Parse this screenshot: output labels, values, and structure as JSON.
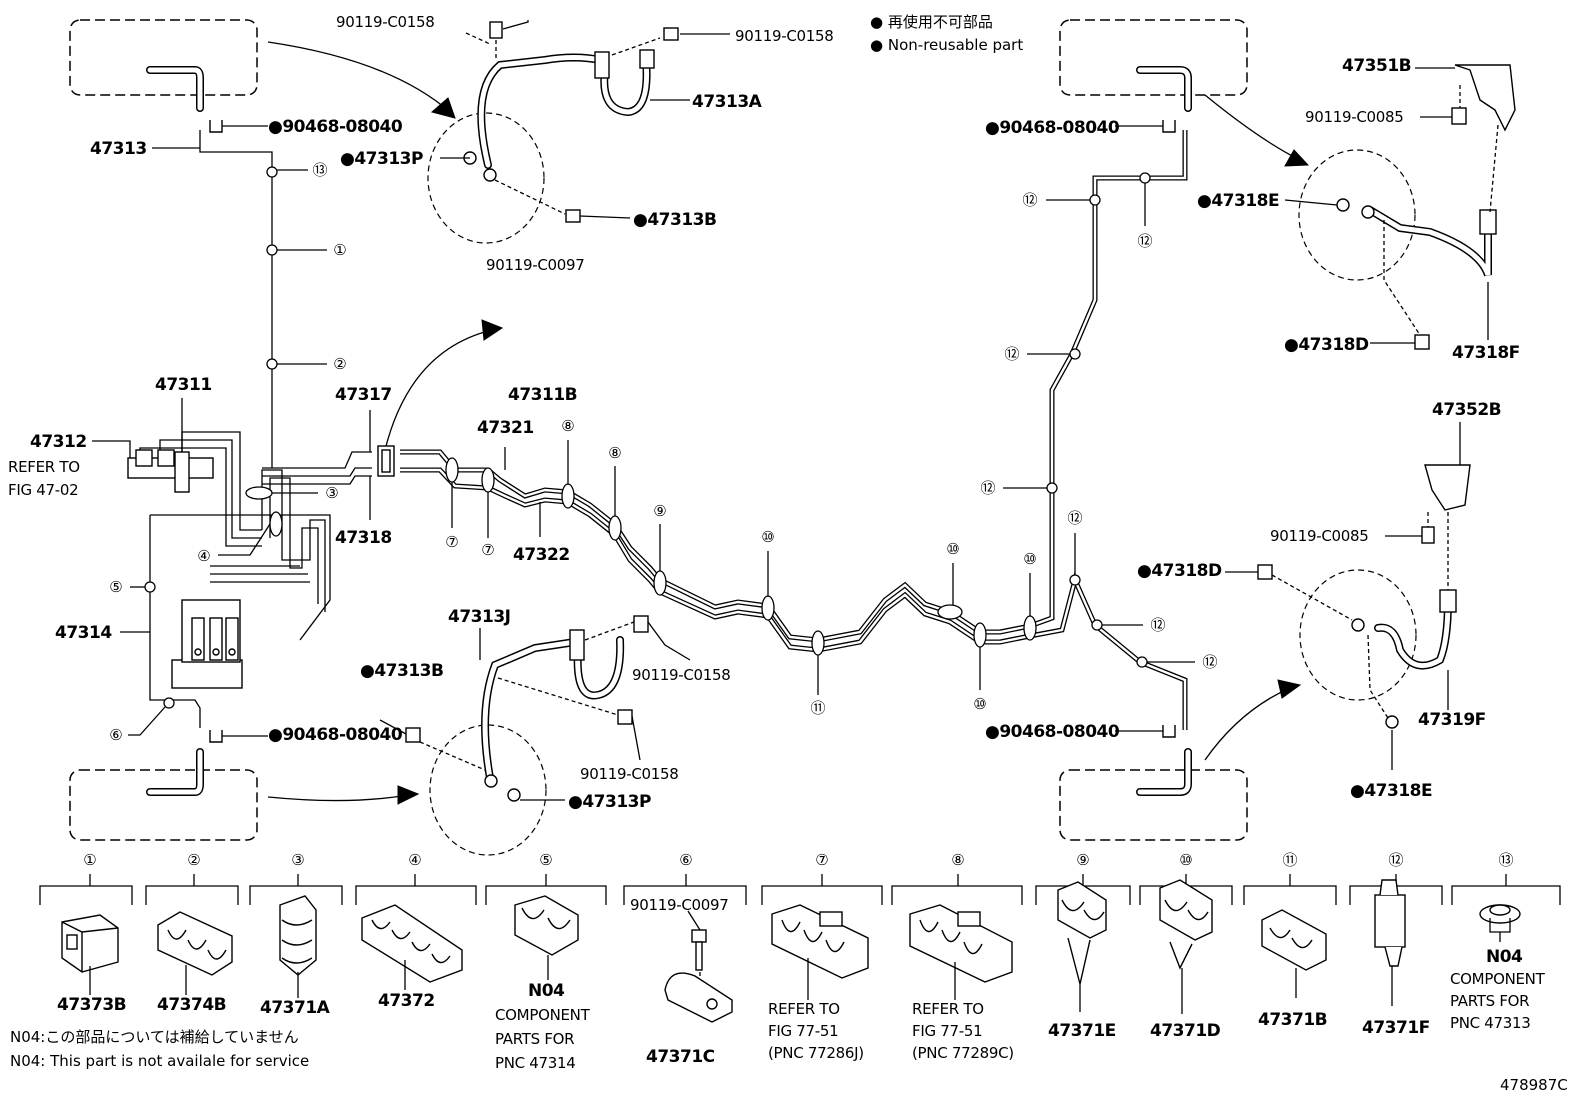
{
  "legend": {
    "dot": "●",
    "line_ja": "再使用不可部品",
    "line_en": "Non-reusable part"
  },
  "labels": {
    "p90119_c0158_a": "90119-C0158",
    "p90119_c0158_b": "90119-C0158",
    "p47313a": "47313A",
    "p90468_08040_tl": "90468-08040",
    "p47313": "47313",
    "p47313p_top": "47313P",
    "p47313b_top": "47313B",
    "p90119_c0097": "90119-C0097",
    "p47311b": "47311B",
    "p47311": "47311",
    "p47312": "47312",
    "refer_to_l1": "REFER TO",
    "refer_to_l2": "FIG 47-02",
    "p47317": "47317",
    "p47318": "47318",
    "p47321": "47321",
    "p47322": "47322",
    "p47314": "47314",
    "p47313j": "47313J",
    "p47313b_bot": "47313B",
    "p90119_c0158_c": "90119-C0158",
    "p90119_c0158_d": "90119-C0158",
    "p90468_08040_bl": "90468-08040",
    "p47313p_bot": "47313P",
    "p90468_08040_tr": "90468-08040",
    "p47351b": "47351B",
    "p90119_c0085_a": "90119-C0085",
    "p47318e_top": "47318E",
    "p47318d_top": "47318D",
    "p47318f": "47318F",
    "p47352b": "47352B",
    "p90119_c0085_b": "90119-C0085",
    "p47318d_bot": "47318D",
    "p47319f": "47319F",
    "p47318e_bot": "47318E",
    "p90468_08040_br": "90468-08040"
  },
  "callouts": {
    "c1": "①",
    "c2": "②",
    "c3": "③",
    "c4": "④",
    "c5": "⑤",
    "c6": "⑥",
    "c7": "⑦",
    "c8": "⑧",
    "c9": "⑨",
    "c10": "⑩",
    "c11": "⑪",
    "c12": "⑫",
    "c13": "⑬"
  },
  "legend_parts": [
    {
      "num": "①",
      "label": "47373B"
    },
    {
      "num": "②",
      "label": "47374B"
    },
    {
      "num": "③",
      "label": "47371A"
    },
    {
      "num": "④",
      "label": "47372"
    },
    {
      "num": "⑤",
      "label": "N04",
      "note1": "COMPONENT",
      "note2": "PARTS FOR",
      "note3": "PNC 47314"
    },
    {
      "num": "⑥",
      "bolt": "90119-C0097",
      "label": "47371C"
    },
    {
      "num": "⑦",
      "note1": "REFER TO",
      "note2": "FIG 77-51",
      "note3": "(PNC 77286J)"
    },
    {
      "num": "⑧",
      "note1": "REFER TO",
      "note2": "FIG 77-51",
      "note3": "(PNC 77289C)"
    },
    {
      "num": "⑨",
      "label": "47371E"
    },
    {
      "num": "⑩",
      "label": "47371D"
    },
    {
      "num": "⑪",
      "label": "47371B"
    },
    {
      "num": "⑫",
      "label": "47371F"
    },
    {
      "num": "⑬",
      "label": "N04",
      "note1": "COMPONENT",
      "note2": "PARTS FOR",
      "note3": "PNC 47313"
    }
  ],
  "footnotes": {
    "ja": "N04:この部品については補給していません",
    "en": "N04: This part is not availale for service"
  },
  "figure_id": "478987C"
}
